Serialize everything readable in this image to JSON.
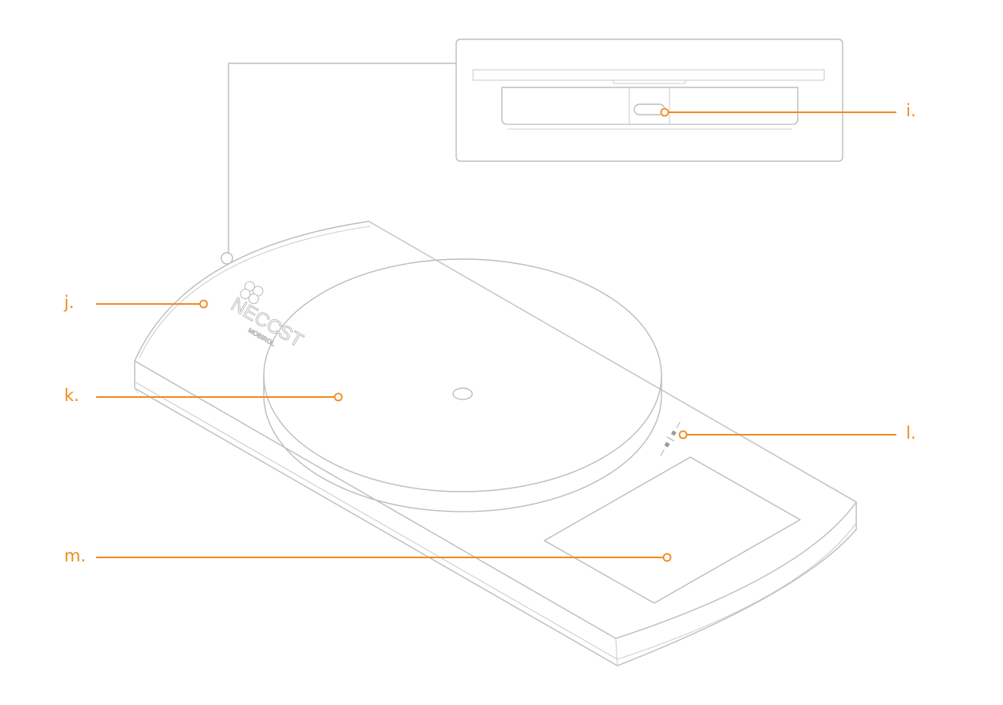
{
  "diagram": {
    "accent_color": "#f08c1e",
    "outline_color": "#bdbdbd",
    "logo": {
      "brand": "NECCST",
      "sub": "MOBIROL"
    },
    "button_marks": "— ▪ | ▪ —",
    "callouts": {
      "i": {
        "label": "i."
      },
      "j": {
        "label": "j."
      },
      "k": {
        "label": "k."
      },
      "l": {
        "label": "l."
      },
      "m": {
        "label": "m."
      }
    }
  }
}
